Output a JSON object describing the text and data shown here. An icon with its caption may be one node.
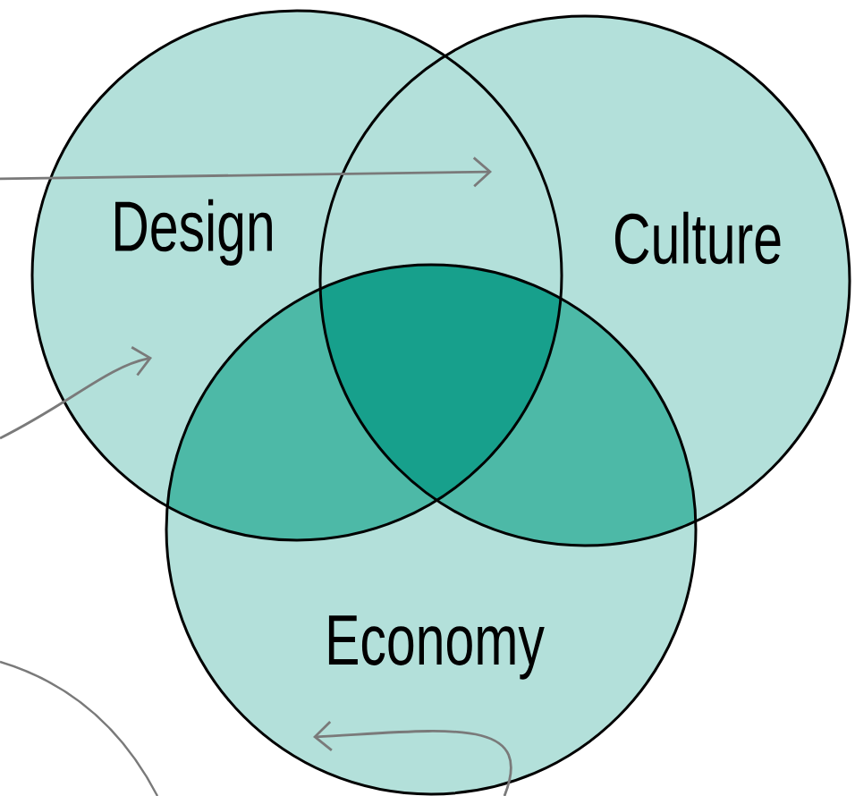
{
  "diagram": {
    "nodes": [
      {
        "text": [
          "Design"
        ]
      },
      {
        "text": [
          "Culture"
        ]
      },
      {
        "text": [
          "Economy"
        ]
      }
    ],
    "edges": [
      {
        "from": null,
        "to": 1,
        "arrow": "to"
      },
      {
        "from": null,
        "to": 0,
        "arrow": "to"
      },
      {
        "from": null,
        "to": 2,
        "arrow": "to"
      }
    ]
  }
}
